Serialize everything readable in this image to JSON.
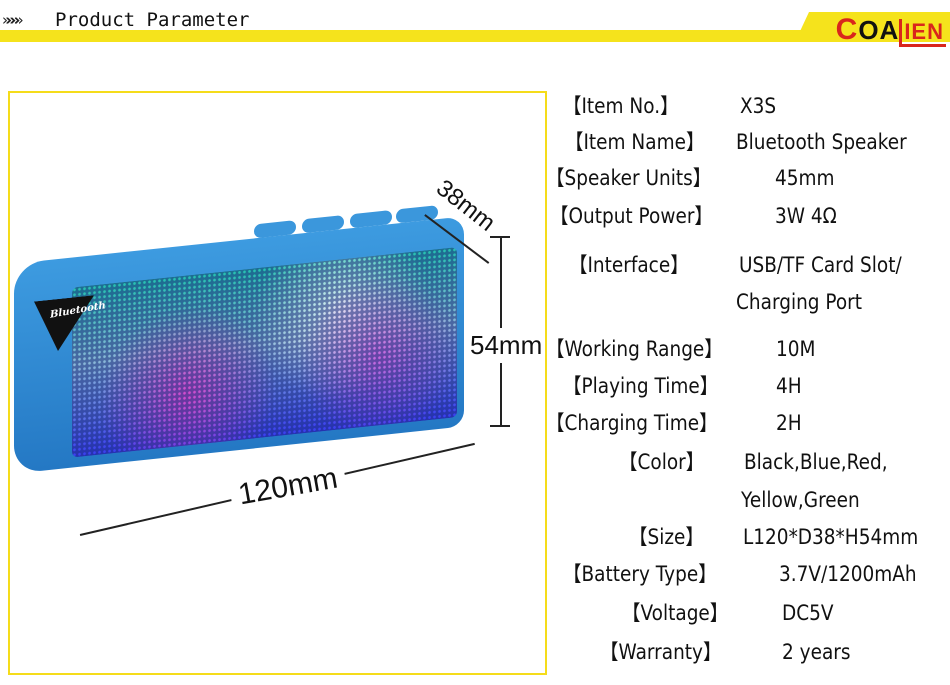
{
  "header": {
    "title": "Product Parameter",
    "logo": "COALIEN",
    "chevron_icon": "chevrons-right-icon"
  },
  "dimensions": {
    "depth": "38mm",
    "height": "54mm",
    "length": "120mm",
    "badge": "Bluetooth"
  },
  "specs": [
    {
      "label": "【Item No.】",
      "value": "X3S"
    },
    {
      "label": "【Item Name】",
      "value": "Bluetooth Speaker"
    },
    {
      "label": "【Speaker Units】",
      "value": "45mm"
    },
    {
      "label": "【Output Power】",
      "value": "3W 4Ω"
    },
    {
      "label": "【Interface】",
      "value": "USB/TF Card Slot/",
      "value2": "Charging Port"
    },
    {
      "label": "【Working Range】",
      "value": "10M"
    },
    {
      "label": "【Playing Time】",
      "value": "4H"
    },
    {
      "label": "【Charging Time】",
      "value": "2H"
    },
    {
      "label": "【Color】",
      "value": "Black,Blue,Red,",
      "value2": "Yellow,Green"
    },
    {
      "label": "【Size】",
      "value": "L120*D38*H54mm"
    },
    {
      "label": "【Battery Type】",
      "value": "3.7V/1200mAh"
    },
    {
      "label": "【Voltage】",
      "value": "DC5V"
    },
    {
      "label": "【Warranty】",
      "value": "2 years"
    }
  ]
}
